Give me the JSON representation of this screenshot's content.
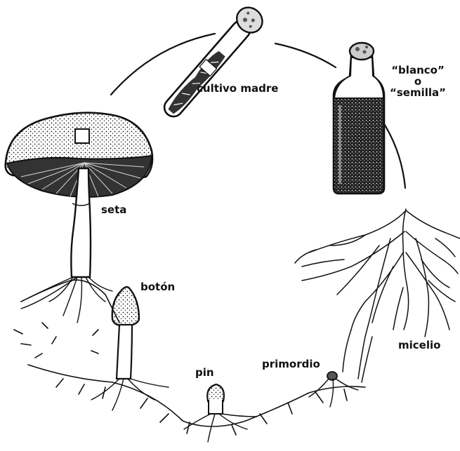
{
  "labels": {
    "cultivo_madre": "cultivo madre",
    "blanco": "“blanco”",
    "o": "o",
    "semilla": "“semilla”",
    "seta": "seta",
    "boton": "botón",
    "pin": "pin",
    "primordio": "primordio",
    "micelio": "micelio"
  },
  "colors": {
    "ink": "#111111",
    "paper": "#ffffff"
  },
  "icons": [
    "test-tube-icon",
    "bottle-icon",
    "mushroom-icon",
    "button-mushroom-icon",
    "pin-icon",
    "primordium-icon",
    "mycelium-icon"
  ]
}
